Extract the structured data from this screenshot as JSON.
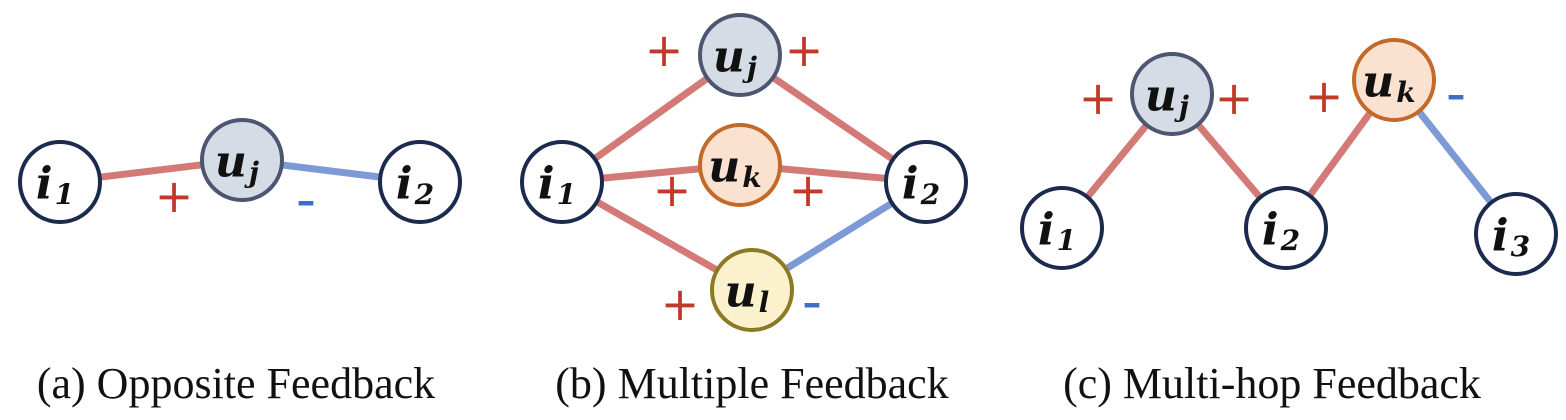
{
  "colors": {
    "positive": "#d37a76",
    "negative": "#7e9ad6",
    "plus_sign": "#c0392b",
    "minus_sign": "#3e6fc8",
    "item_stroke": "#1c2a4d",
    "item_fill": "#ffffff",
    "user_j_fill": "#d6dce6",
    "user_j_stroke": "#4c5670",
    "user_k_fill": "#fbe1cf",
    "user_k_stroke": "#c26a2a",
    "user_l_fill": "#fbf1cc",
    "user_l_stroke": "#8a7a23"
  },
  "signs": {
    "plus": "+",
    "minus": "-"
  },
  "panels": [
    {
      "id": "a",
      "caption": "(a) Opposite Feedback",
      "nodes": [
        {
          "id": "i1",
          "base": "i",
          "sub": "1",
          "kind": "item"
        },
        {
          "id": "uj",
          "base": "u",
          "sub": "j",
          "kind": "user_j"
        },
        {
          "id": "i2",
          "base": "i",
          "sub": "2",
          "kind": "item"
        }
      ],
      "edges": [
        {
          "from": "i1",
          "to": "uj",
          "polarity": "positive"
        },
        {
          "from": "uj",
          "to": "i2",
          "polarity": "negative"
        }
      ]
    },
    {
      "id": "b",
      "caption": "(b) Multiple Feedback",
      "nodes": [
        {
          "id": "i1",
          "base": "i",
          "sub": "1",
          "kind": "item"
        },
        {
          "id": "uj",
          "base": "u",
          "sub": "j",
          "kind": "user_j"
        },
        {
          "id": "uk",
          "base": "u",
          "sub": "k",
          "kind": "user_k"
        },
        {
          "id": "ul",
          "base": "u",
          "sub": "l",
          "kind": "user_l"
        },
        {
          "id": "i2",
          "base": "i",
          "sub": "2",
          "kind": "item"
        }
      ],
      "edges": [
        {
          "from": "i1",
          "to": "uj",
          "polarity": "positive"
        },
        {
          "from": "uj",
          "to": "i2",
          "polarity": "positive"
        },
        {
          "from": "i1",
          "to": "uk",
          "polarity": "positive"
        },
        {
          "from": "uk",
          "to": "i2",
          "polarity": "positive"
        },
        {
          "from": "i1",
          "to": "ul",
          "polarity": "positive"
        },
        {
          "from": "ul",
          "to": "i2",
          "polarity": "negative"
        }
      ]
    },
    {
      "id": "c",
      "caption": "(c) Multi-hop Feedback",
      "nodes": [
        {
          "id": "i1",
          "base": "i",
          "sub": "1",
          "kind": "item"
        },
        {
          "id": "uj",
          "base": "u",
          "sub": "j",
          "kind": "user_j"
        },
        {
          "id": "i2",
          "base": "i",
          "sub": "2",
          "kind": "item"
        },
        {
          "id": "uk",
          "base": "u",
          "sub": "k",
          "kind": "user_k"
        },
        {
          "id": "i3",
          "base": "i",
          "sub": "3",
          "kind": "item"
        }
      ],
      "edges": [
        {
          "from": "i1",
          "to": "uj",
          "polarity": "positive"
        },
        {
          "from": "uj",
          "to": "i2",
          "polarity": "positive"
        },
        {
          "from": "i2",
          "to": "uk",
          "polarity": "positive"
        },
        {
          "from": "uk",
          "to": "i3",
          "polarity": "negative"
        }
      ]
    }
  ]
}
